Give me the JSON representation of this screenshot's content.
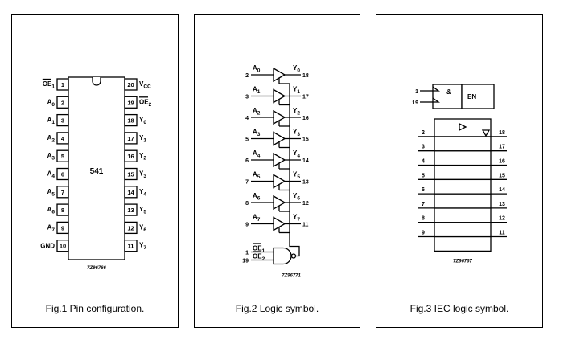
{
  "fig1": {
    "caption": "Fig.1  Pin configuration.",
    "ic_label": "541",
    "code": "7Z96766",
    "left_pins": [
      {
        "num": "1",
        "label": "OE",
        "sub": "1",
        "bar": true
      },
      {
        "num": "2",
        "label": "A",
        "sub": "0",
        "bar": false
      },
      {
        "num": "3",
        "label": "A",
        "sub": "1",
        "bar": false
      },
      {
        "num": "4",
        "label": "A",
        "sub": "2",
        "bar": false
      },
      {
        "num": "5",
        "label": "A",
        "sub": "3",
        "bar": false
      },
      {
        "num": "6",
        "label": "A",
        "sub": "4",
        "bar": false
      },
      {
        "num": "7",
        "label": "A",
        "sub": "5",
        "bar": false
      },
      {
        "num": "8",
        "label": "A",
        "sub": "6",
        "bar": false
      },
      {
        "num": "9",
        "label": "A",
        "sub": "7",
        "bar": false
      },
      {
        "num": "10",
        "label": "GND",
        "sub": "",
        "bar": false
      }
    ],
    "right_pins": [
      {
        "num": "20",
        "label": "V",
        "sub": "CC",
        "bar": false
      },
      {
        "num": "19",
        "label": "OE",
        "sub": "2",
        "bar": true
      },
      {
        "num": "18",
        "label": "Y",
        "sub": "0",
        "bar": false
      },
      {
        "num": "17",
        "label": "Y",
        "sub": "1",
        "bar": false
      },
      {
        "num": "16",
        "label": "Y",
        "sub": "2",
        "bar": false
      },
      {
        "num": "15",
        "label": "Y",
        "sub": "3",
        "bar": false
      },
      {
        "num": "14",
        "label": "Y",
        "sub": "4",
        "bar": false
      },
      {
        "num": "13",
        "label": "Y",
        "sub": "5",
        "bar": false
      },
      {
        "num": "12",
        "label": "Y",
        "sub": "6",
        "bar": false
      },
      {
        "num": "11",
        "label": "Y",
        "sub": "7",
        "bar": false
      }
    ]
  },
  "fig2": {
    "caption": "Fig.2  Logic symbol.",
    "code": "7Z96771",
    "buffers": [
      {
        "in_pin": "2",
        "in_label": "A",
        "in_sub": "0",
        "out_label": "Y",
        "out_sub": "0",
        "out_pin": "18"
      },
      {
        "in_pin": "3",
        "in_label": "A",
        "in_sub": "1",
        "out_label": "Y",
        "out_sub": "1",
        "out_pin": "17"
      },
      {
        "in_pin": "4",
        "in_label": "A",
        "in_sub": "2",
        "out_label": "Y",
        "out_sub": "2",
        "out_pin": "16"
      },
      {
        "in_pin": "5",
        "in_label": "A",
        "in_sub": "3",
        "out_label": "Y",
        "out_sub": "3",
        "out_pin": "15"
      },
      {
        "in_pin": "6",
        "in_label": "A",
        "in_sub": "4",
        "out_label": "Y",
        "out_sub": "4",
        "out_pin": "14"
      },
      {
        "in_pin": "7",
        "in_label": "A",
        "in_sub": "5",
        "out_label": "Y",
        "out_sub": "5",
        "out_pin": "13"
      },
      {
        "in_pin": "8",
        "in_label": "A",
        "in_sub": "6",
        "out_label": "Y",
        "out_sub": "6",
        "out_pin": "12"
      },
      {
        "in_pin": "9",
        "in_label": "A",
        "in_sub": "7",
        "out_label": "Y",
        "out_sub": "7",
        "out_pin": "11"
      }
    ],
    "enables": [
      {
        "pin": "1",
        "label": "OE",
        "sub": "1"
      },
      {
        "pin": "19",
        "label": "OE",
        "sub": "2"
      }
    ]
  },
  "fig3": {
    "caption": "Fig.3  IEC logic symbol.",
    "code": "7Z96767",
    "and_label": "&",
    "en_label": "EN",
    "enable_pins": [
      "1",
      "19"
    ],
    "left_pins": [
      "2",
      "3",
      "4",
      "5",
      "6",
      "7",
      "8",
      "9"
    ],
    "right_pins": [
      "18",
      "17",
      "16",
      "15",
      "14",
      "13",
      "12",
      "11"
    ]
  }
}
